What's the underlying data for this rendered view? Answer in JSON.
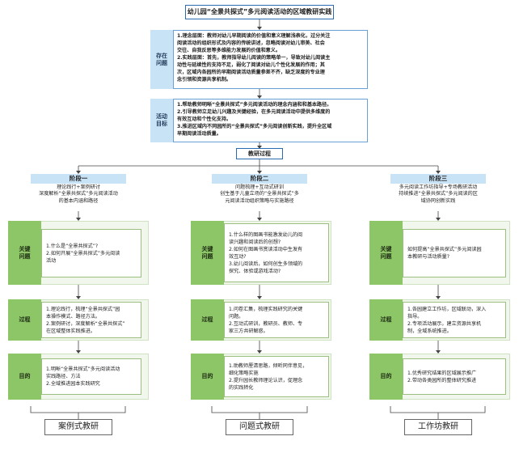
{
  "title": "幼儿园“全景共探式”多元阅读活动的区域教研实践",
  "issues": {
    "tag": "存在\n问题",
    "lines": [
      "1.理念层面：教师对幼儿早期阅读的价值和意义理解浅表化，过分关注",
      "阅读活动的组织形式及内容的传统讲述，忽略阅读对幼儿审美、社会",
      "交往、自我反思等多维能力发展的价值和意义。",
      "2.实践层面：首先，教师指导幼儿阅读的策略单一，导致对幼儿阅读主",
      "动性与延续性的支持不足，弱化了阅读对幼儿个性化发展的作用；其",
      "次，区域内各园所的早期阅读活动质量参差不齐，缺乏深度的专业理",
      "念引领和资源共享机制。"
    ]
  },
  "goals": {
    "tag": "活动\n目标",
    "lines": [
      "1.帮助教师明晰“全景共探式”多元阅读活动的理念内涵和和基本路径。",
      "2.引导教师立足幼儿兴趣及关键经验，在多元阅读活动中提供多维度的",
      "有效互动和个性化支持。",
      "3.推进区域内不同园所的“全景共探式”多元阅读创新实践，提升全区域",
      "早期阅读活动质量。"
    ]
  },
  "process_label": "教研过程",
  "stages": [
    {
      "name": "阶段一",
      "desc": [
        "理论践行+案例研讨",
        "深度解析“全景共探式”多元阅读活动",
        "的基本内涵和路径"
      ],
      "key_tag": "关键\n问题",
      "key": [
        "1.什么是“全景共探式”?",
        "2.如何开展“全景共探式”多元阅读",
        "活动"
      ],
      "proc_tag": "过程",
      "proc": [
        "1.理论践行，梳理“全景共探式”园",
        "本操作模式、路径方法。",
        "2.案例研讨，深度解析“全景共探式”",
        "在区域整体实践推进。"
      ],
      "goal_tag": "目的",
      "goal": [
        "1.明晰“全景共探式”多元阅读活动",
        "实践路径、方法",
        "2.全域推进园本实践研究"
      ],
      "footer": "案例式教研"
    },
    {
      "name": "阶段二",
      "desc": [
        "问题梳理+互动式研训",
        "创生基于儿童立场的“全景共探式”多",
        "元阅读活动组织策略与实施路径"
      ],
      "key_tag": "关键\n问题",
      "key": [
        "1.什么样的图画书能激发幼儿的阅",
        "读兴趣和阅读后的创想?",
        "2.如何在图画书赏读活动中生发有",
        "效互动?",
        "3.幼儿阅读后，如何创生多领域的",
        "探究、体验或游戏活动?"
      ],
      "proc_tag": "过程",
      "proc": [
        "1.问卷汇集，梳理实践研究的关键",
        "问题。",
        "2.互动式研训，教研员、教师、专",
        "家三方共研解惑。"
      ],
      "goal_tag": "目的",
      "goal": [
        "1.助教师厘清思路，倾听同伴意见，",
        "细化策略实施",
        "2.提升园长教师理论认识，促理念",
        "的实践转化"
      ],
      "footer": "问题式教研"
    },
    {
      "name": "阶段三",
      "desc": [
        "多元阅读工作坊指导+专场教研活动",
        "持续推进“全景共探式”多元阅读的区",
        "域协同创新实践"
      ],
      "key_tag": "关键\n问题",
      "key": [
        "如何提高“全景共探式”多元阅读园",
        "本教研与活动质量?"
      ],
      "proc_tag": "过程",
      "proc": [
        "1.各园建立工作坊，区域联动，深入",
        "指导。",
        "2.专项活动展示，建立资源共享机",
        "制，全域系统推进。"
      ],
      "goal_tag": "目的",
      "goal": [
        "1.优秀研究结果的区域展示推广",
        "2.带动各类园所的整体研究推进"
      ],
      "footer": "工作坊教研"
    }
  ]
}
